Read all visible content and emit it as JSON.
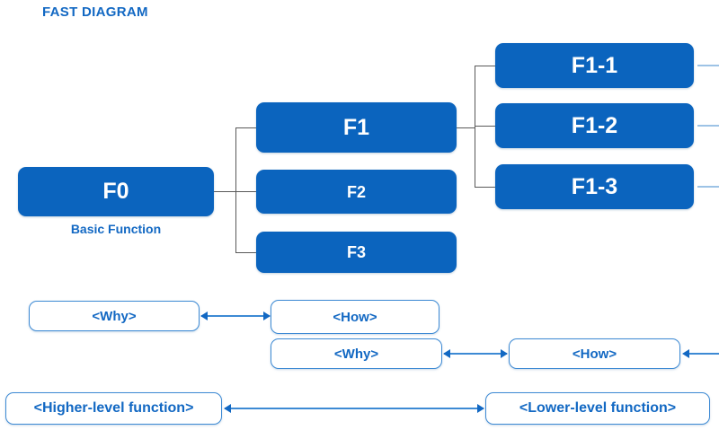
{
  "title": "FAST DIAGRAM",
  "colors": {
    "box_fill": "#0B64BE",
    "box_text": "#FFFFFF",
    "accent_blue": "#1268C3",
    "outline_blue": "#3D8AD4",
    "connector_gray": "#595959",
    "stub_blue": "#9DC3E6",
    "background": "#FFFFFF"
  },
  "tree": {
    "root": {
      "label": "F0",
      "caption": "Basic Function"
    },
    "level1": [
      {
        "label": "F1"
      },
      {
        "label": "F2"
      },
      {
        "label": "F3"
      }
    ],
    "level2": [
      {
        "label": "F1-1"
      },
      {
        "label": "F1-2"
      },
      {
        "label": "F1-3"
      }
    ]
  },
  "legend": {
    "row1": {
      "left": "<Why>",
      "right": "<How>"
    },
    "row2": {
      "left": "<Why>",
      "right": "<How>"
    },
    "row3": {
      "left": "<Higher-level function>",
      "right": "<Lower-level function>"
    }
  }
}
